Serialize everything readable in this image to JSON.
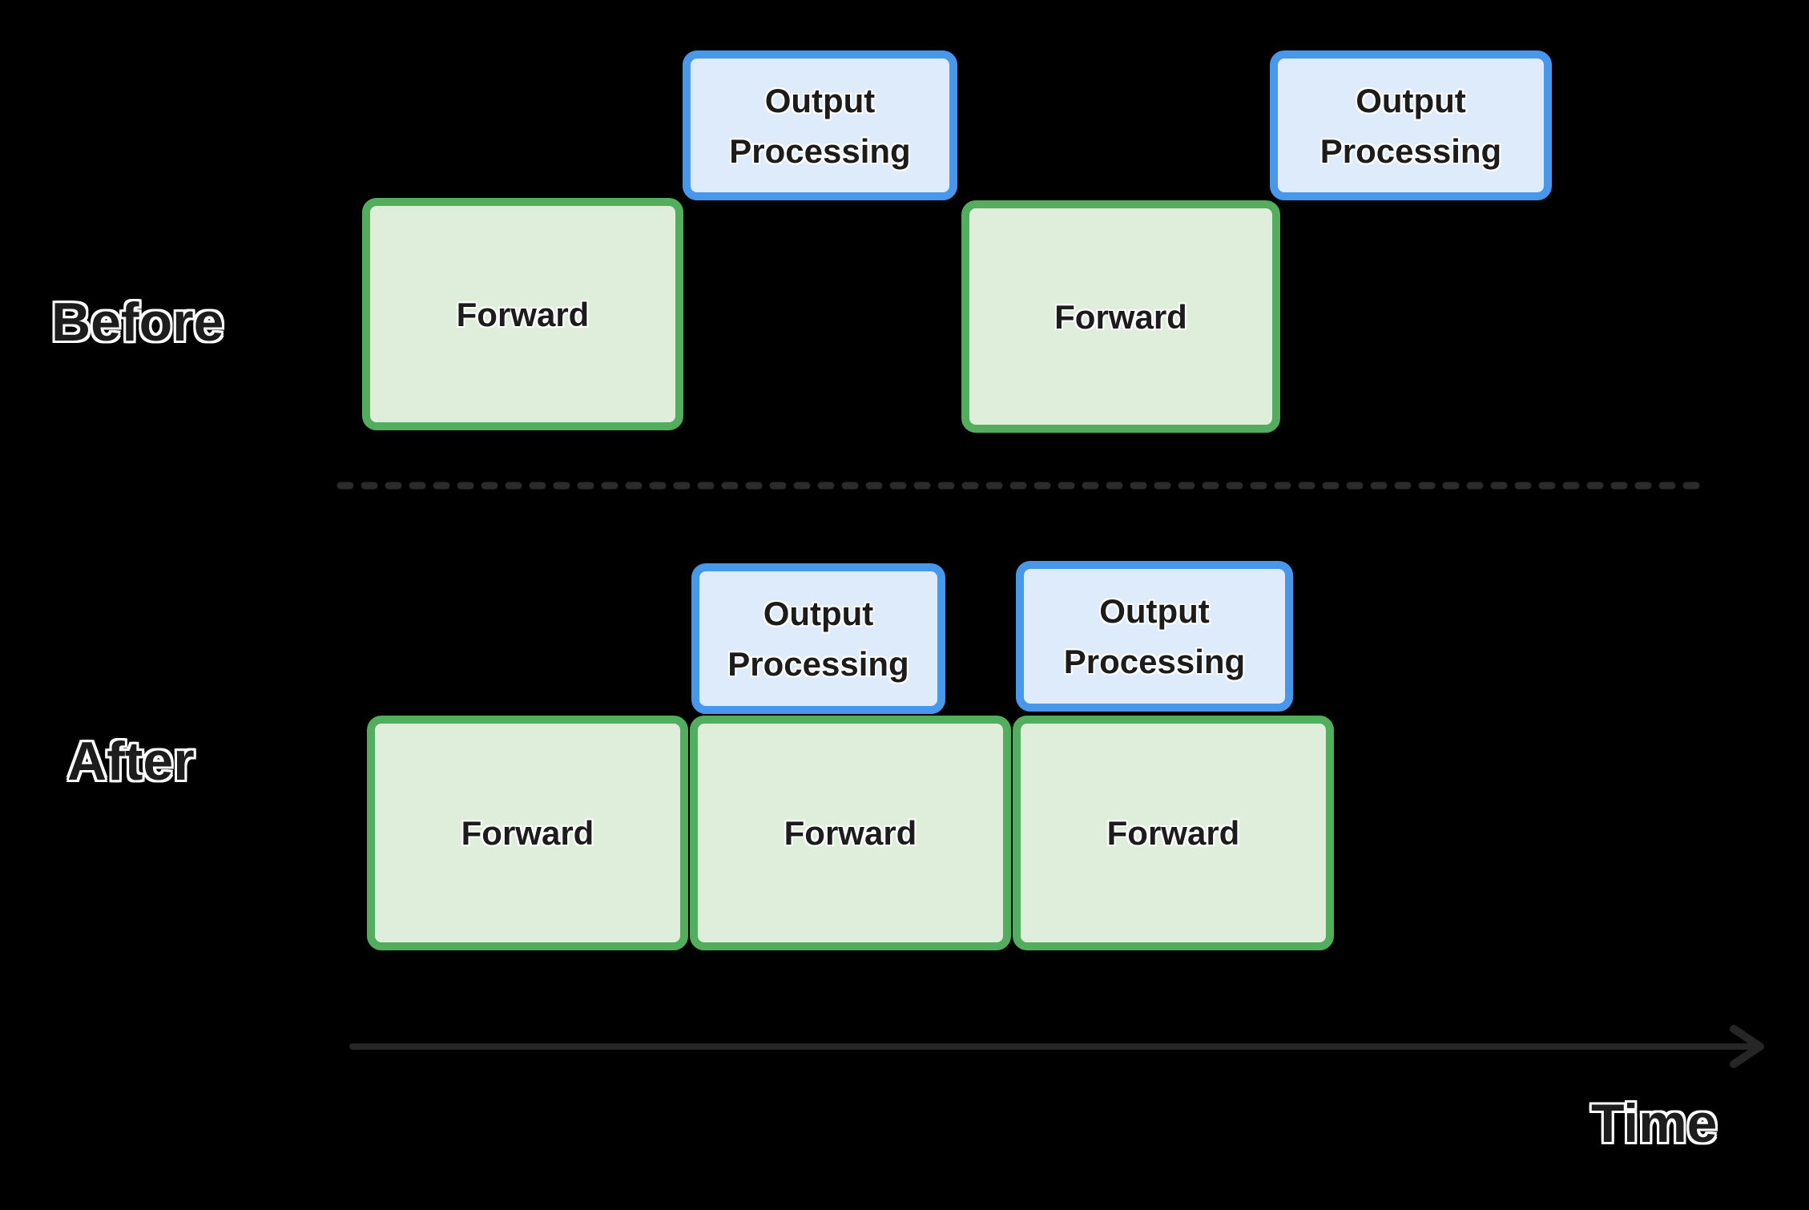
{
  "before": {
    "label": "Before",
    "boxes": [
      {
        "kind": "forward",
        "label": "Forward"
      },
      {
        "kind": "output-processing",
        "label": "Output Processing"
      },
      {
        "kind": "forward",
        "label": "Forward"
      },
      {
        "kind": "output-processing",
        "label": "Output Processing"
      }
    ]
  },
  "after": {
    "label": "After",
    "boxes": [
      {
        "kind": "forward",
        "label": "Forward"
      },
      {
        "kind": "forward",
        "label": "Forward"
      },
      {
        "kind": "forward",
        "label": "Forward"
      },
      {
        "kind": "output-processing",
        "label": "Output Processing"
      },
      {
        "kind": "output-processing",
        "label": "Output Processing"
      }
    ]
  },
  "axis": {
    "label": "Time"
  },
  "colors": {
    "background": "#000000",
    "forward_fill": "#deeedb",
    "forward_border": "#52ae5d",
    "output_fill": "#ddebfb",
    "output_border": "#4797eb",
    "box_text": "#1c1c1c",
    "label_text": "#1d1d1d",
    "label_outline": "#ffffff",
    "divider_color": "#2b2b2b",
    "axis_color": "#262626"
  }
}
